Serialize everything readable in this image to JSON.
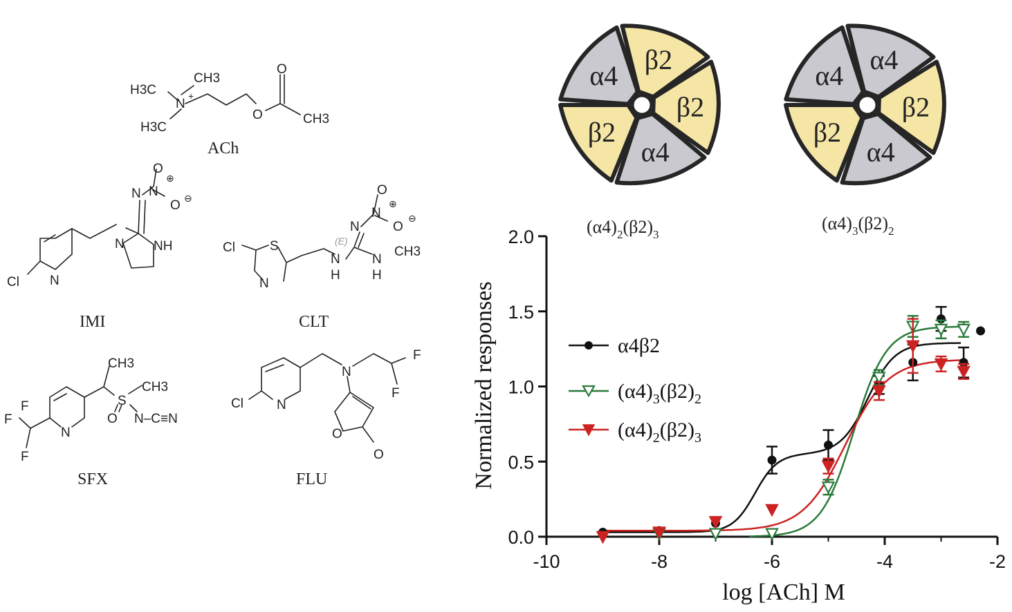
{
  "molecules": {
    "ach": {
      "name": "ACh",
      "atoms": [
        "H3C",
        "N",
        "+",
        "CH3",
        "H3C",
        "O",
        "O",
        "CH3"
      ]
    },
    "imi": {
      "name": "IMI",
      "atoms": [
        "O",
        "⊕",
        "N",
        "O",
        "⊖",
        "N",
        "N",
        "NH",
        "Cl",
        "N"
      ]
    },
    "clt": {
      "name": "CLT",
      "atoms": [
        "O",
        "⊕",
        "N",
        "O",
        "⊖",
        "N",
        "(E)",
        "Cl",
        "S",
        "N",
        "N",
        "H",
        "N",
        "H",
        "CH3"
      ]
    },
    "sfx": {
      "name": "SFX",
      "atoms": [
        "CH3",
        "S",
        "CH3",
        "O",
        "N–C≡N",
        "F",
        "F",
        "F",
        "N"
      ]
    },
    "flu": {
      "name": "FLU",
      "atoms": [
        "N",
        "F",
        "F",
        "Cl",
        "N",
        "O",
        "O"
      ]
    }
  },
  "receptors": [
    {
      "name_parts": [
        "(α4)",
        "2",
        "(β2)",
        "3"
      ],
      "subunits": [
        "β2",
        "β2",
        "α4",
        "β2",
        "α4"
      ]
    },
    {
      "name_parts": [
        "(α4)",
        "3",
        "(β2)",
        "2"
      ],
      "subunits": [
        "α4",
        "β2",
        "α4",
        "β2",
        "α4"
      ]
    }
  ],
  "colors": {
    "alpha": "#c9c9cf",
    "beta": "#f6e6a6",
    "outline": "#262626",
    "black": "#111111",
    "green": "#2a7a3a",
    "red": "#cc2222"
  },
  "chart_data": {
    "type": "scatter",
    "xlabel": "log [ACh] M",
    "ylabel": "Normalized responses",
    "xlim": [
      -10,
      -2
    ],
    "ylim": [
      0.0,
      2.0
    ],
    "xticks": [
      "-10",
      "-8",
      "-6",
      "-4",
      "-2"
    ],
    "yticks": [
      "0.0",
      "0.5",
      "1.0",
      "1.5",
      "2.0"
    ],
    "legend_position": "center-left",
    "series": [
      {
        "name": "α4β2",
        "label_parts": [
          "α4β2"
        ],
        "marker": "circle",
        "color": "black",
        "x": [
          -9,
          -8,
          -7,
          -6,
          -5,
          -4.1,
          -3.5,
          -3,
          -2.6,
          -2.3
        ],
        "y": [
          0.03,
          0.04,
          0.09,
          0.51,
          0.61,
          1.01,
          1.16,
          1.45,
          1.16,
          1.37
        ],
        "err": [
          0,
          0,
          0,
          0.09,
          0.1,
          0.06,
          0.12,
          0.08,
          0.1,
          0
        ]
      },
      {
        "name": "(α4)3(β2)2",
        "label_parts": [
          "(α4)",
          "3",
          "(β2)",
          "2"
        ],
        "marker": "triangle-down-open",
        "color": "green",
        "x": [
          -9,
          -8,
          -7,
          -6,
          -5,
          -4.1,
          -3.5,
          -3,
          -2.6
        ],
        "y": [
          0.0,
          0.02,
          0.02,
          0.02,
          0.33,
          1.06,
          1.4,
          1.38,
          1.38
        ],
        "err": [
          0,
          0,
          0,
          0,
          0.05,
          0.05,
          0.07,
          0.06,
          0.05
        ]
      },
      {
        "name": "(α4)2(β2)3",
        "label_parts": [
          "(α4)",
          "2",
          "(β2)",
          "3"
        ],
        "marker": "triangle-down-filled",
        "color": "red",
        "x": [
          -9,
          -8,
          -7,
          -6,
          -5,
          -4.1,
          -3.5,
          -3,
          -2.6
        ],
        "y": [
          0.0,
          0.03,
          0.1,
          0.18,
          0.47,
          0.97,
          1.27,
          1.15,
          1.1
        ],
        "err": [
          0,
          0,
          0,
          0,
          0.05,
          0.06,
          0.18,
          0.05,
          0.05
        ]
      }
    ]
  }
}
